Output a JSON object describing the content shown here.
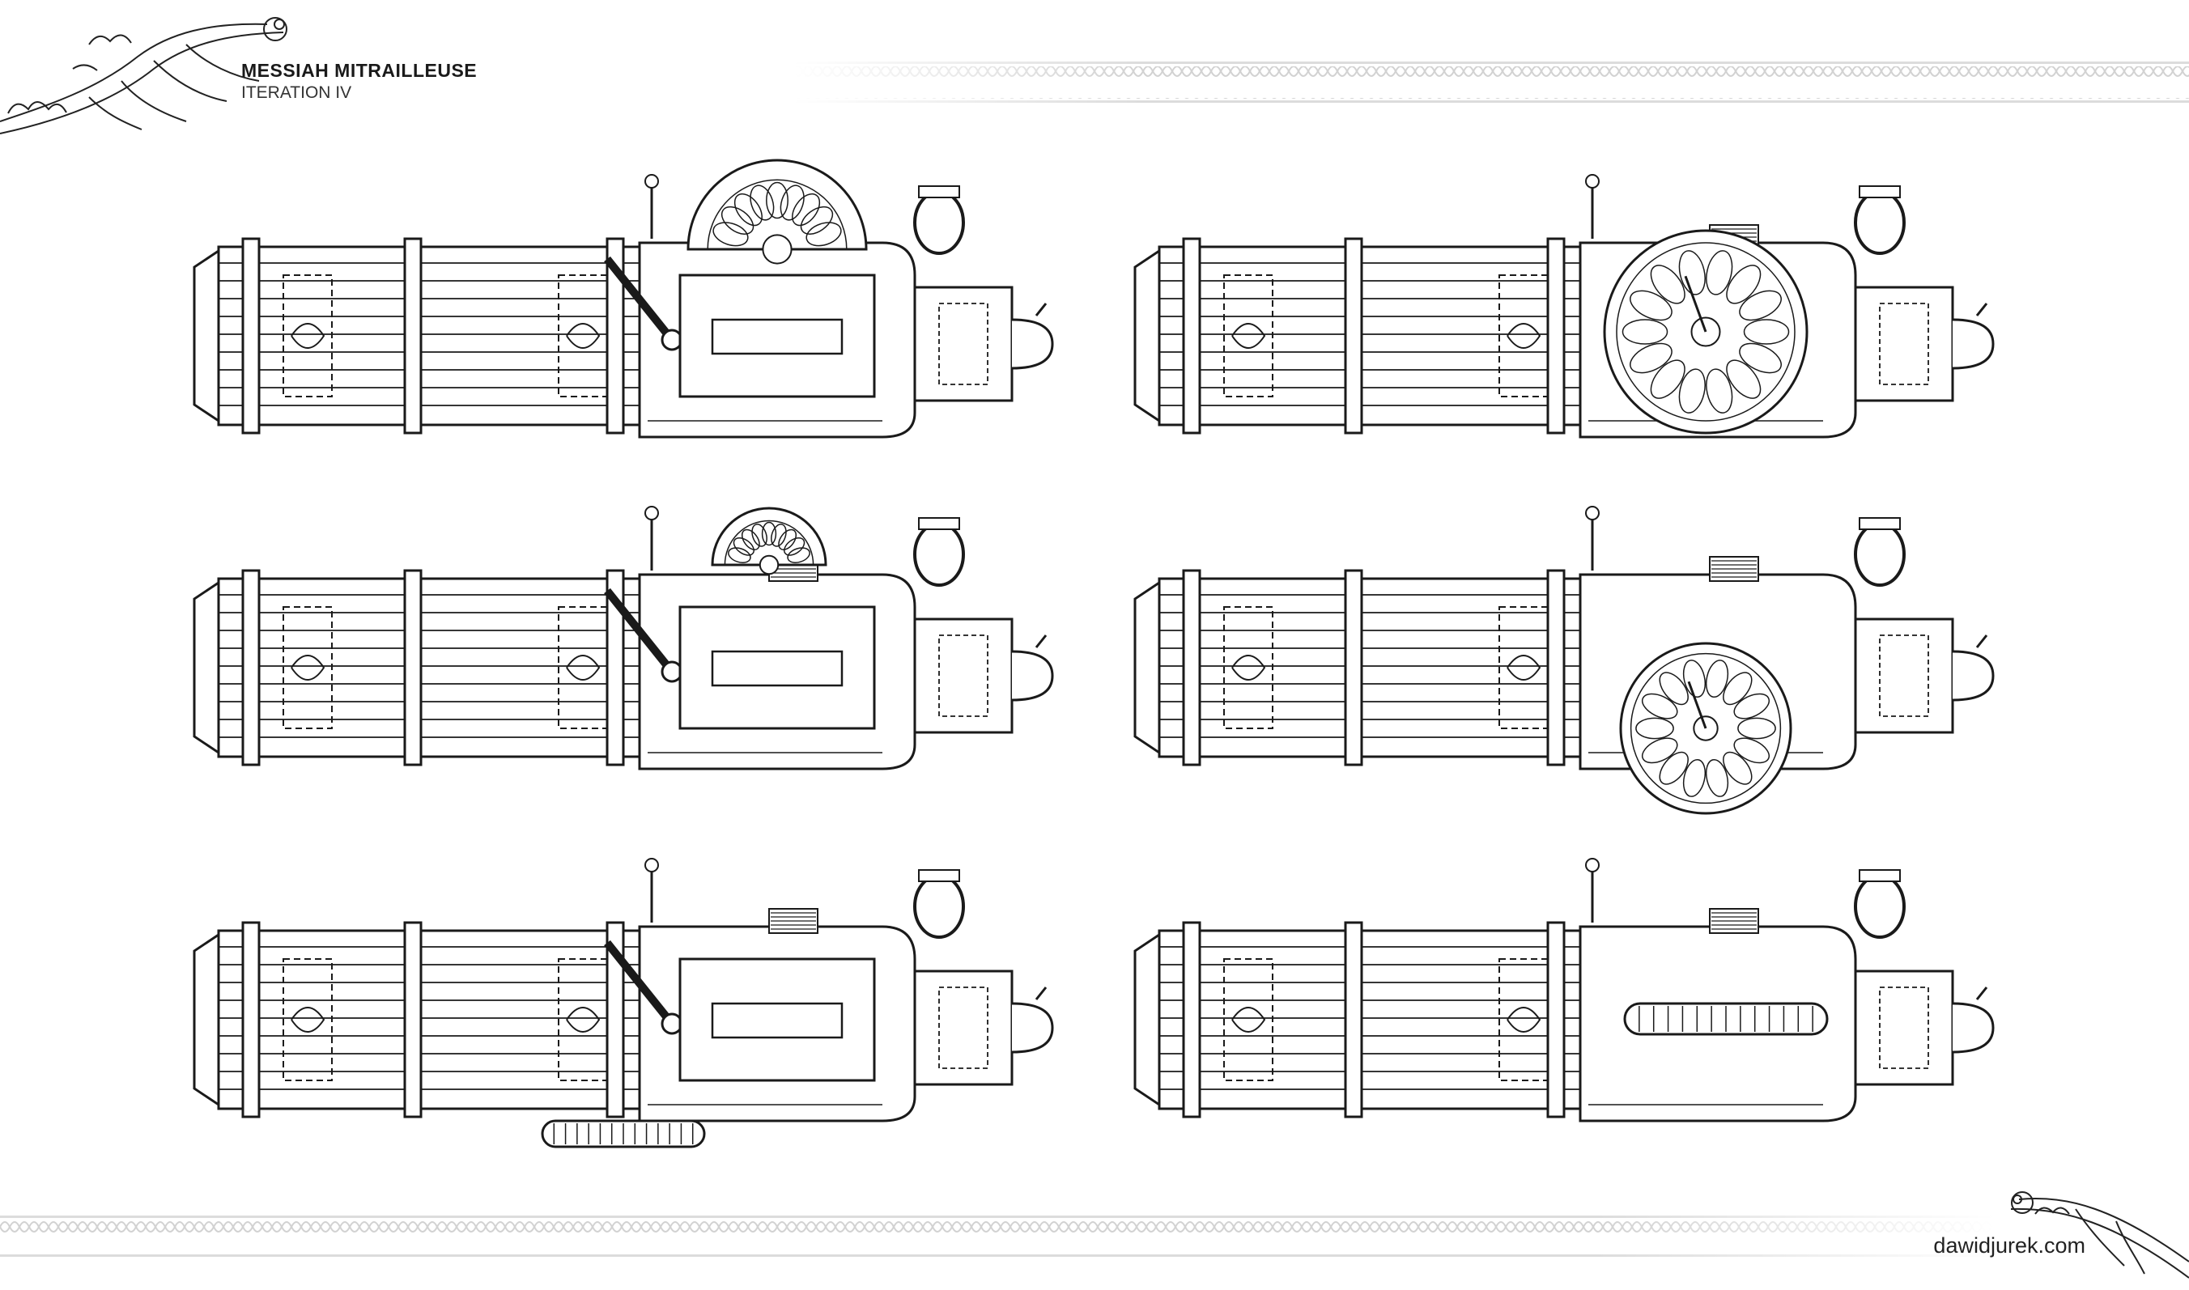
{
  "header": {
    "title": "MESSIAH MITRAILLEUSE",
    "subtitle": "ITERATION IV"
  },
  "footer": {
    "website": "dawidjurek.com"
  },
  "colors": {
    "line": "#1a1a1a",
    "paper": "#ffffff",
    "band": "#e6e6e6"
  },
  "variants": [
    {
      "id": 1,
      "attachment": "half-rose-window-top"
    },
    {
      "id": 2,
      "attachment": "full-rose-wheel-side"
    },
    {
      "id": 3,
      "attachment": "small-half-rose-top"
    },
    {
      "id": 4,
      "attachment": "full-rose-wheel-below"
    },
    {
      "id": 5,
      "attachment": "drum-below"
    },
    {
      "id": 6,
      "attachment": "drum-side-panel"
    }
  ]
}
